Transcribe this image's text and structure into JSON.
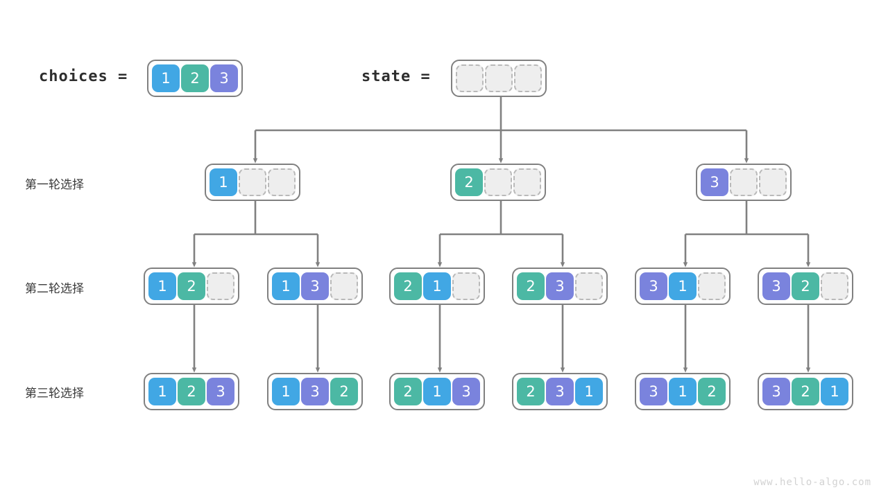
{
  "diagram": {
    "title": "permutation-backtracking-tree",
    "watermark": "www.hello-algo.com",
    "colors": {
      "value1": "#41a7e4",
      "value2": "#4cb8a4",
      "value3": "#7a83dd",
      "empty_fill": "#eeeeee",
      "empty_border": "#b9b9b9",
      "node_border": "#808080",
      "wire": "#808080",
      "text": "#2e2e2e",
      "watermark": "#d2d2d2"
    }
  },
  "header": {
    "choices_label": "choices =",
    "choices_cells": [
      "1",
      "2",
      "3"
    ],
    "state_label": "state =",
    "state_cells": [
      "",
      "",
      ""
    ]
  },
  "rows": [
    {
      "label": "第一轮选择",
      "nodes": [
        {
          "cells": [
            "1",
            "",
            ""
          ]
        },
        {
          "cells": [
            "2",
            "",
            ""
          ]
        },
        {
          "cells": [
            "3",
            "",
            ""
          ]
        }
      ]
    },
    {
      "label": "第二轮选择",
      "nodes": [
        {
          "cells": [
            "1",
            "2",
            ""
          ]
        },
        {
          "cells": [
            "1",
            "3",
            ""
          ]
        },
        {
          "cells": [
            "2",
            "1",
            ""
          ]
        },
        {
          "cells": [
            "2",
            "3",
            ""
          ]
        },
        {
          "cells": [
            "3",
            "1",
            ""
          ]
        },
        {
          "cells": [
            "3",
            "2",
            ""
          ]
        }
      ]
    },
    {
      "label": "第三轮选择",
      "nodes": [
        {
          "cells": [
            "1",
            "2",
            "3"
          ]
        },
        {
          "cells": [
            "1",
            "3",
            "2"
          ]
        },
        {
          "cells": [
            "2",
            "1",
            "3"
          ]
        },
        {
          "cells": [
            "2",
            "3",
            "1"
          ]
        },
        {
          "cells": [
            "3",
            "1",
            "2"
          ]
        },
        {
          "cells": [
            "3",
            "2",
            "1"
          ]
        }
      ]
    }
  ]
}
